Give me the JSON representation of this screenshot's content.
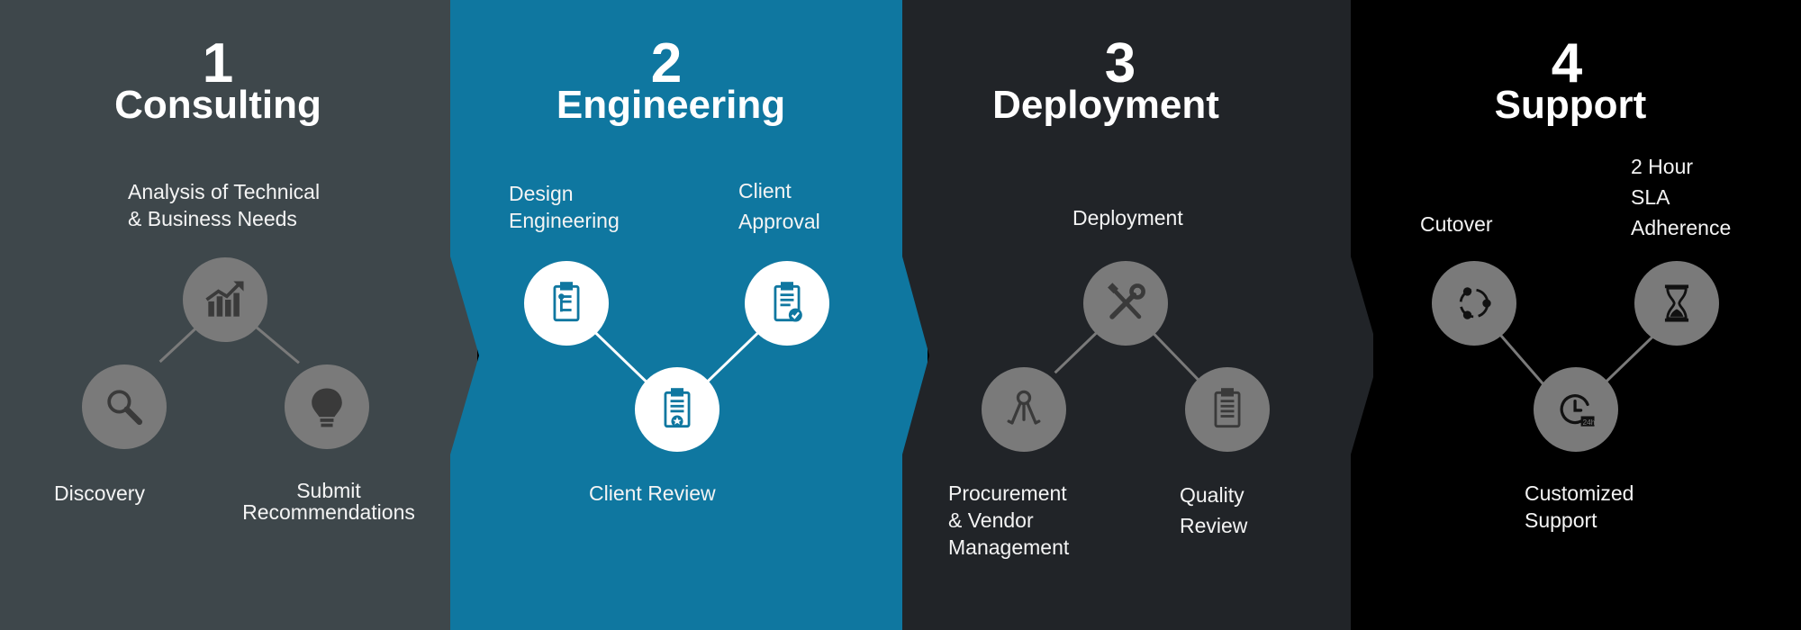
{
  "colors": {
    "stage1": "#3e474b",
    "stage2": "#0f77a0",
    "stage3": "#212428",
    "stage4": "#000000",
    "node_gray": "#7a7a7a",
    "node_white": "#ffffff",
    "icon_dark": "#3a3a3a",
    "icon_blue": "#0f77a0"
  },
  "stages": [
    {
      "number": "1",
      "title": "Consulting",
      "labels": {
        "top": "Analysis of Technical\n& Business Needs",
        "left": "Discovery",
        "right": "Submit\nRecommendations"
      },
      "icons": {
        "top": "bar-chart-icon",
        "left": "magnifier-icon",
        "right": "lightbulb-icon"
      }
    },
    {
      "number": "2",
      "title": "Engineering",
      "labels": {
        "left": "Design\nEngineering",
        "right": "Client\nApproval",
        "bottom": "Client Review"
      },
      "icons": {
        "left": "clipboard-flowchart-icon",
        "right": "clipboard-check-icon",
        "bottom": "clipboard-star-icon"
      }
    },
    {
      "number": "3",
      "title": "Deployment",
      "labels": {
        "top": "Deployment",
        "left": "Procurement\n& Vendor\nManagement",
        "right": "Quality\nReview"
      },
      "icons": {
        "top": "wrench-screwdriver-icon",
        "left": "keys-icon",
        "right": "clipboard-list-icon"
      }
    },
    {
      "number": "4",
      "title": "Support",
      "labels": {
        "left": "Cutover",
        "right": "2 Hour\nSLA\nAdherence",
        "bottom": "Customized\nSupport"
      },
      "icons": {
        "left": "share-cycle-icon",
        "right": "hourglass-icon",
        "bottom": "clock-24h-icon"
      }
    }
  ]
}
